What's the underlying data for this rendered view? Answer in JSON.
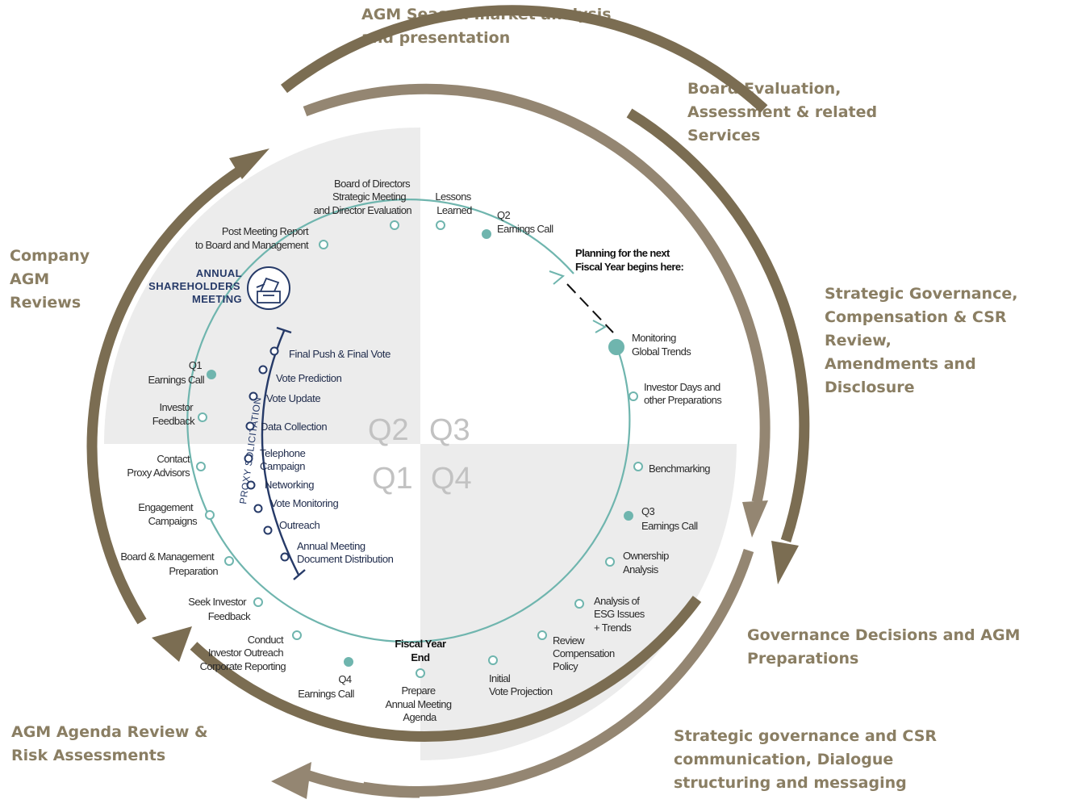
{
  "outer_labels": {
    "agm_season": "AGM Season market analysis\nand presentation",
    "board_evaluation": "Board Evaluation,\nAssessment & related\nServices",
    "strategic_governance": "Strategic Governance,\nCompensation & CSR Review,\nAmendments and Disclosure",
    "governance_decisions": "Governance Decisions and AGM\nPreparations",
    "strategic_communication": "Strategic governance and CSR\ncommunication, Dialogue\nstructuring and messaging",
    "agm_agenda": "AGM Agenda Review &\nRisk Assessments",
    "company_agm": "Company\nAGM\nReviews"
  },
  "quarters": {
    "q1": "Q1",
    "q2": "Q2",
    "q3": "Q3",
    "q4": "Q4"
  },
  "annual_meeting": {
    "line1": "ANNUAL",
    "line2": "SHAREHOLDERS",
    "line3": "MEETING",
    "icon": "ballot-box-icon"
  },
  "planning_note": {
    "line1": "Planning for the next",
    "line2": "Fiscal Year begins here:"
  },
  "fiscal_year_end": {
    "line1": "Fiscal Year",
    "line2": "End"
  },
  "milestones": {
    "board_directors": [
      "Board of Directors",
      "Strategic Meeting",
      "and Director Evaluation"
    ],
    "lessons_learned": [
      "Lessons",
      "Learned"
    ],
    "q2_call": [
      "Q2",
      "Earnings Call"
    ],
    "monitoring": [
      "Monitoring",
      "Global Trends"
    ],
    "investor_days": [
      "Investor Days and",
      "other Preparations"
    ],
    "benchmarking": [
      "Benchmarking"
    ],
    "q3_call": [
      "Q3",
      "Earnings Call"
    ],
    "ownership": [
      "Ownership",
      "Analysis"
    ],
    "esg": [
      "Analysis of",
      "ESG Issues",
      "+ Trends"
    ],
    "review_comp": [
      "Review",
      "Compensation",
      "Policy"
    ],
    "initial_vote": [
      "Initial",
      "Vote Projection"
    ],
    "prepare_agenda": [
      "Prepare",
      "Annual Meeting",
      "Agenda"
    ],
    "q4_call": [
      "Q4",
      "Earnings Call"
    ],
    "conduct_outreach": [
      "Conduct",
      "Investor Outreach",
      "Corporate Reporting"
    ],
    "seek_feedback": [
      "Seek Investor",
      "Feedback"
    ],
    "board_prep": [
      "Board & Management",
      "Preparation"
    ],
    "engagement": [
      "Engagement",
      "Campaigns"
    ],
    "contact_proxy": [
      "Contact",
      "Proxy Advisors"
    ],
    "investor_feedback": [
      "Investor",
      "Feedback"
    ],
    "q1_call": [
      "Q1",
      "Earnings Call"
    ],
    "post_meeting": [
      "Post Meeting Report",
      "to Board and Management"
    ]
  },
  "proxy_solicitation": {
    "title": "PROXY SOLICITATION",
    "steps": [
      [
        "Final Push & Final Vote"
      ],
      [
        "Vote Prediction"
      ],
      [
        "Vote Update"
      ],
      [
        "Data Collection"
      ],
      [
        "Telephone",
        "Campaign"
      ],
      [
        "Networking"
      ],
      [
        "Vote Monitoring"
      ],
      [
        "Outreach"
      ],
      [
        "Annual Meeting",
        "Document Distribution"
      ]
    ]
  },
  "colors": {
    "outer_arrow": "#7b6d52",
    "outer_arrow_light": "#948672",
    "ring": "#6fb5ae",
    "proxy": "#263a68",
    "quadrant_fill": "#ececec",
    "label_brown": "#8a7e63"
  }
}
